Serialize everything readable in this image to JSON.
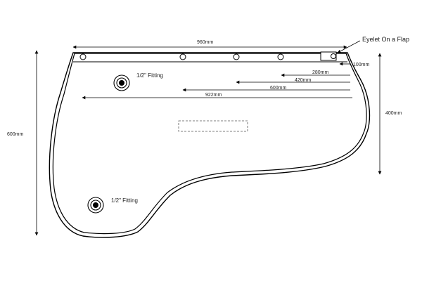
{
  "diagram": {
    "labels": {
      "width_top": "960mm",
      "eyelet_on_flap": "Eyelet On a Flap",
      "dim_100": "100mm",
      "dim_280": "280mm",
      "dim_420": "420mm",
      "dim_600": "600mm",
      "dim_922": "922mm",
      "height_left": "600mm",
      "height_right": "400mm",
      "fitting_top": "1/2\" Fitting",
      "fitting_bottom": "1/2\" Fitting"
    }
  }
}
